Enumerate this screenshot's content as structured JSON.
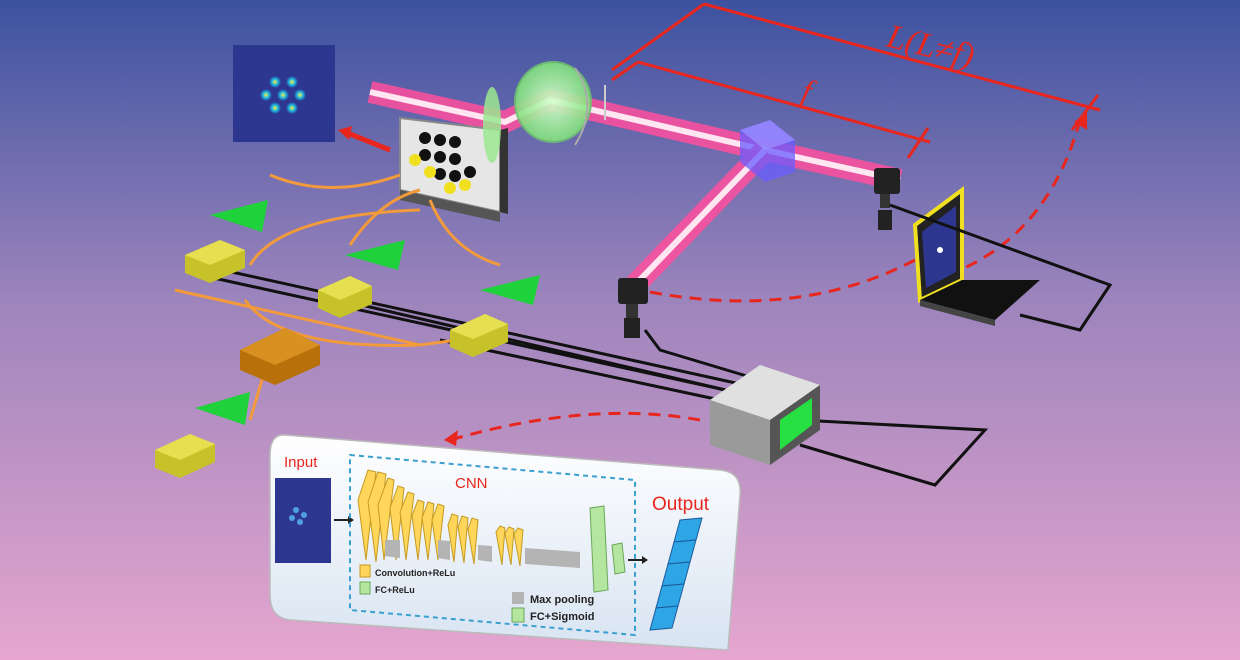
{
  "labels": {
    "distance_L": "L(L≠f)",
    "distance_f": "f"
  },
  "cnn_panel": {
    "input_label": "Input",
    "cnn_label": "CNN",
    "output_label": "Output",
    "legend": {
      "conv_relu": "Convolution+ReLu",
      "fc_relu": "FC+ReLu",
      "max_pooling": "Max pooling",
      "fc_sigmoid": "FC+Sigmoid"
    }
  },
  "colors": {
    "bg_top": "#3c52a0",
    "bg_bottom": "#e6a6cf",
    "laser": "#ff5fa8",
    "dimension": "#e8261e",
    "amplifier": "#c8c22a",
    "triangle": "#1fd13a",
    "fiber": "#f29a3c",
    "conv": "#ffd65a",
    "fc": "#b4e6a0",
    "pool": "#b4b4b4",
    "output_cell": "#2ea6e6"
  },
  "icons": {
    "doe": "beam-pattern-icon",
    "lens": "lens-icon",
    "beamsplitter": "beam-splitter-icon",
    "camera": "camera-icon",
    "laptop": "laptop-icon",
    "controller": "controller-box-icon"
  }
}
